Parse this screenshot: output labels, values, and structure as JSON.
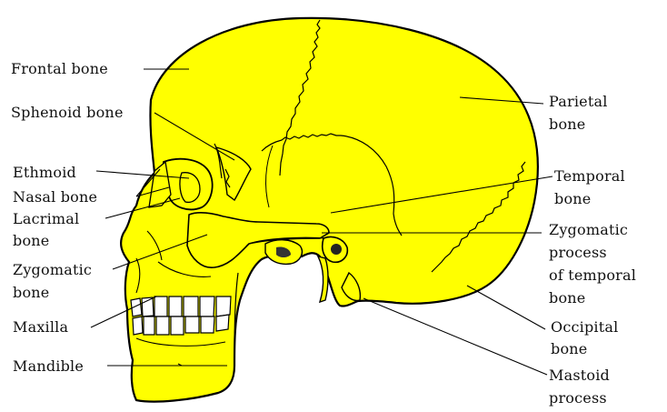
{
  "labels": {
    "frontal": "Frontal bone",
    "sphenoid": "Sphenoid bone",
    "ethmoid": "Ethmoid",
    "nasal": "Nasal bone",
    "lacrimal_1": "Lacrimal",
    "lacrimal_2": "bone",
    "zygomatic_1": "Zygomatic",
    "zygomatic_2": "bone",
    "maxilla": "Maxilla",
    "mandible": "Mandible",
    "parietal_1": "Parietal",
    "parietal_2": "bone",
    "temporal_1": "Temporal",
    "temporal_2": "bone",
    "zproc_1": "Zygomatic",
    "zproc_2": "process",
    "zproc_3": "of temporal",
    "zproc_4": "bone",
    "occipital_1": "Occipital",
    "occipital_2": "bone",
    "mastoid_1": "Mastoid",
    "mastoid_2": "process"
  },
  "colors": {
    "bone_fill": "#ffff00",
    "outline": "#000000",
    "background": "#ffffff"
  }
}
